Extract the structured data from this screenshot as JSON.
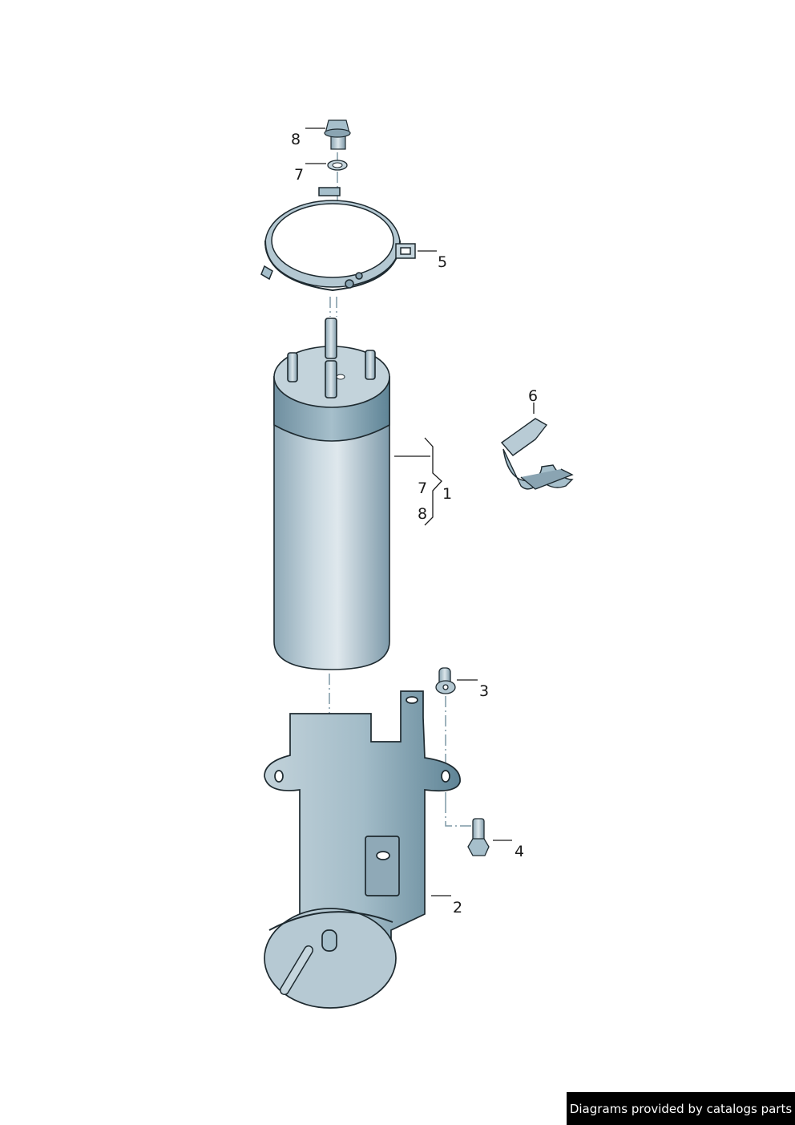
{
  "diagram": {
    "callouts": [
      {
        "id": "c8_top",
        "label": "8",
        "part": "bolt"
      },
      {
        "id": "c7_top",
        "label": "7",
        "part": "washer"
      },
      {
        "id": "c5",
        "label": "5",
        "part": "clamp band"
      },
      {
        "id": "c6",
        "label": "6",
        "part": "hose clip"
      },
      {
        "id": "c1",
        "label": "1",
        "part": "fuel filter"
      },
      {
        "id": "c7_group",
        "label": "7"
      },
      {
        "id": "c8_group",
        "label": "8"
      },
      {
        "id": "c3",
        "label": "3",
        "part": "expanding nut"
      },
      {
        "id": "c4",
        "label": "4",
        "part": "screw"
      },
      {
        "id": "c2",
        "label": "2",
        "part": "bracket"
      }
    ],
    "colors": {
      "part_light": "#c7d6de",
      "part_mid": "#9db6c3",
      "part_dark": "#5f8496",
      "outline": "#1e2a30",
      "leader": "#1a1a1a"
    }
  },
  "footer": {
    "text": "Diagrams provided by catalogs parts"
  }
}
